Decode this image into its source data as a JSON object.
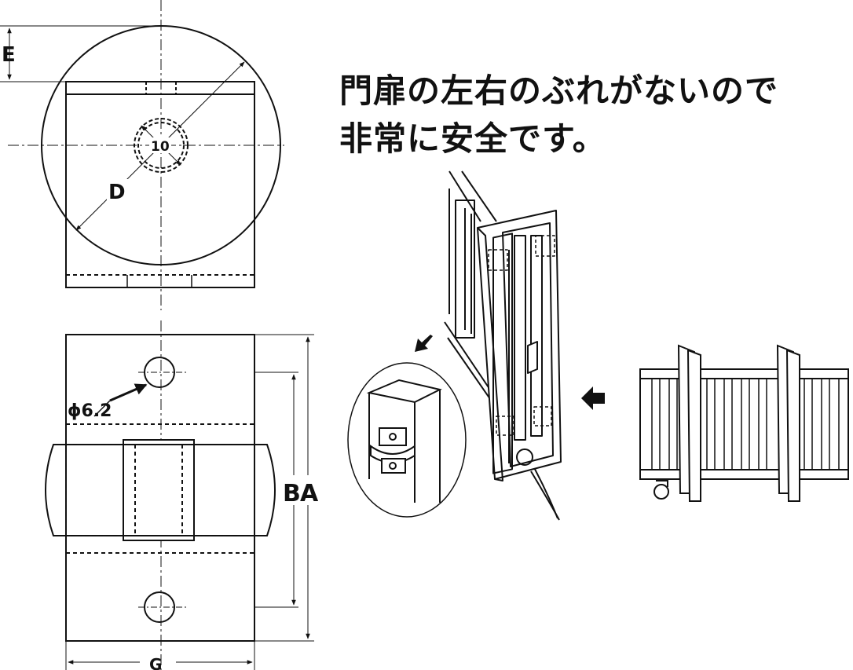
{
  "headline": {
    "line1": "門扉の左右のぶれがないので",
    "line2": "非常に安全です。"
  },
  "dimensions": {
    "E": "E",
    "D": "D",
    "bore": "10",
    "hole": "ϕ6.2",
    "B": "B",
    "A": "A",
    "G": "G"
  }
}
